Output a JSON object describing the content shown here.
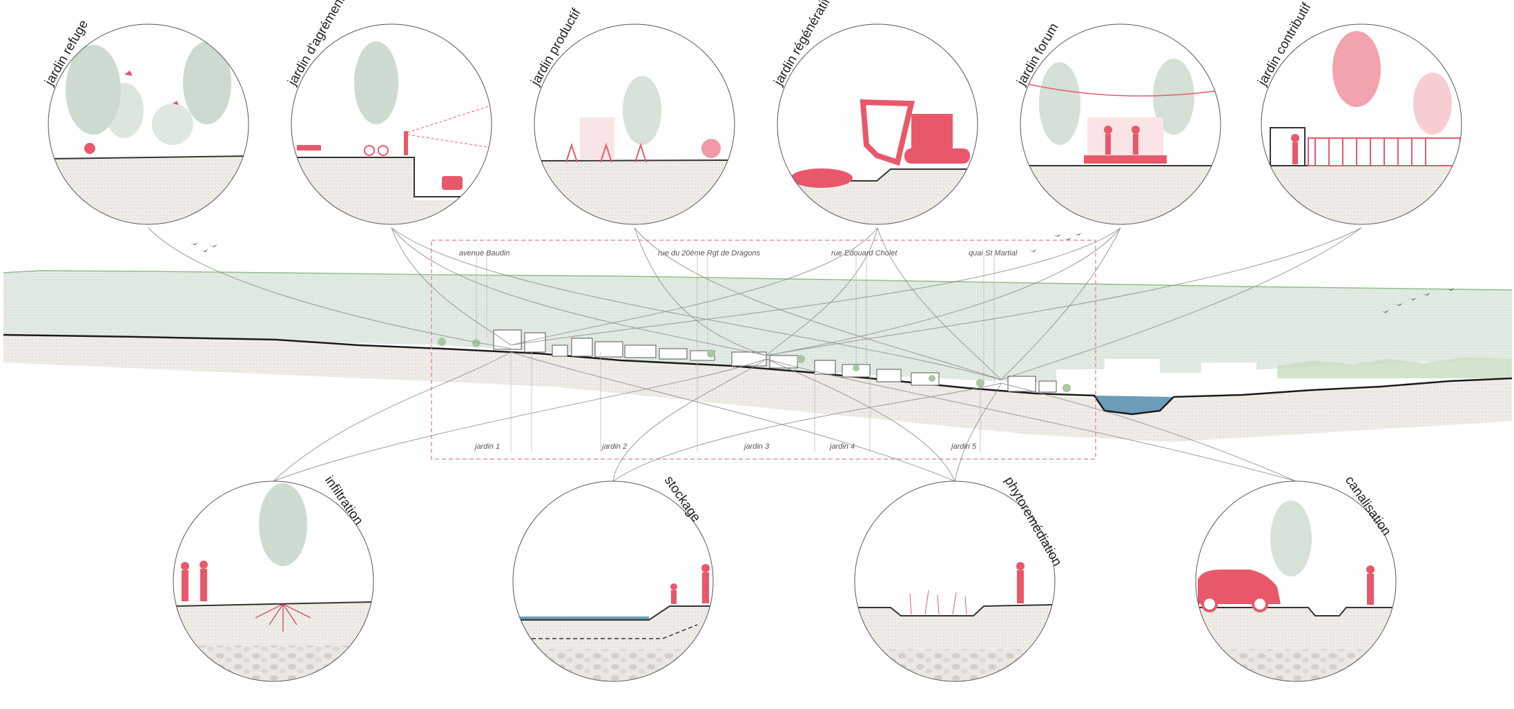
{
  "top_circles": [
    {
      "label": "jardin refuge"
    },
    {
      "label": "jardin d'agrément"
    },
    {
      "label": "jardin productif"
    },
    {
      "label": "jardin régénératif"
    },
    {
      "label": "jardin forum"
    },
    {
      "label": "jardin contributif"
    }
  ],
  "bottom_circles": [
    {
      "label": "infiltration"
    },
    {
      "label": "stockage"
    },
    {
      "label": "phytoremédiation"
    },
    {
      "label": "canalisation"
    }
  ],
  "streets": [
    {
      "label": "avenue Baudin"
    },
    {
      "label": "rue du 20ème Rgt de Dragons"
    },
    {
      "label": "rue Edouard Cholet"
    },
    {
      "label": "quai St Martial"
    }
  ],
  "gardens": [
    {
      "label": "jardin 1"
    },
    {
      "label": "jardin 2"
    },
    {
      "label": "jardin 3"
    },
    {
      "label": "jardin 4"
    },
    {
      "label": "jardin 5"
    }
  ],
  "colors": {
    "accent": "#e8586a",
    "vegetation": "#9fb8a4",
    "ground": "#e6e2dc",
    "water": "#6e9bb7",
    "frame": "#e07a85"
  }
}
